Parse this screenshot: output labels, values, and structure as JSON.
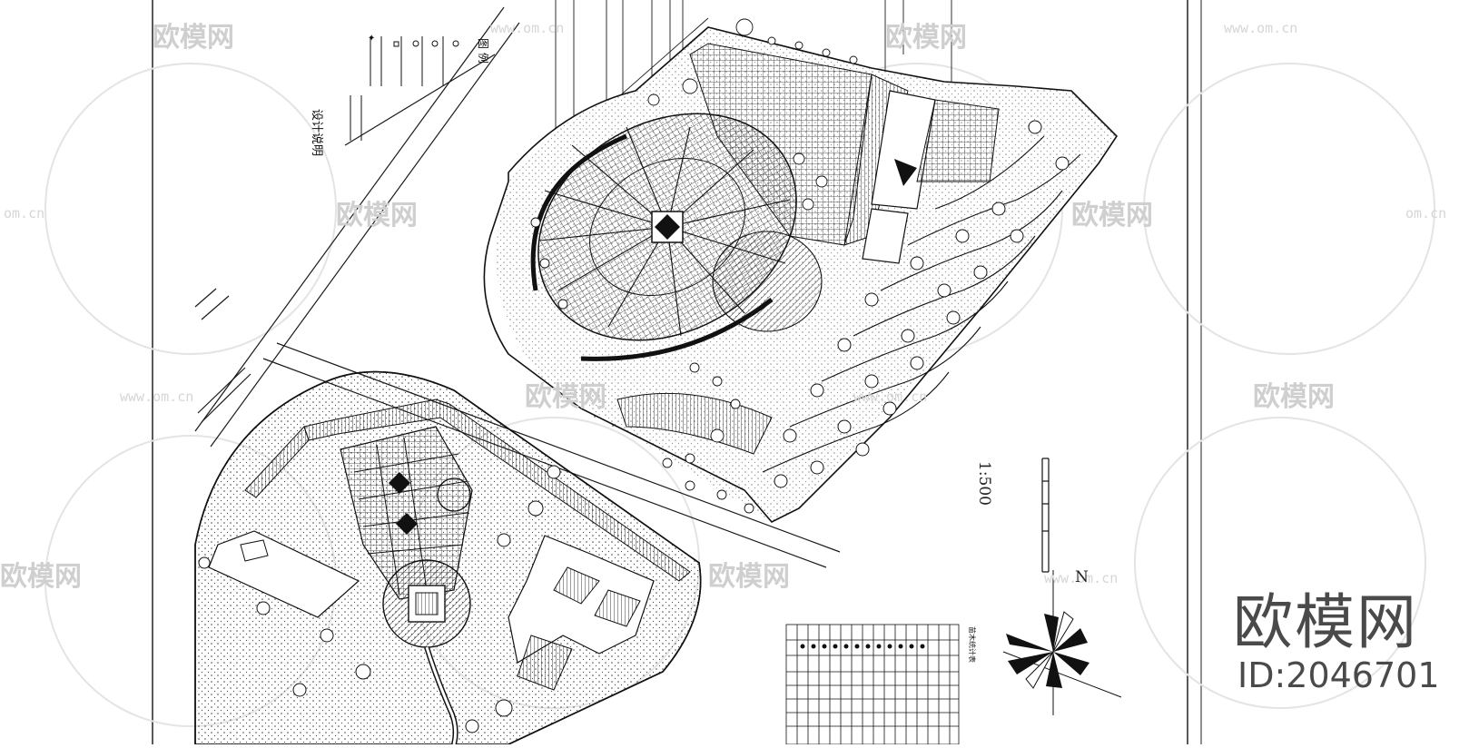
{
  "drawing": {
    "scale_label": "1:500",
    "north_label": "N",
    "legend_title": "图 例",
    "notes_title": "设计说明",
    "plant_table_title": "苗木统计表"
  },
  "watermark": {
    "brand_text": "欧模网",
    "url_text": "www.om.cn",
    "url_partial": "om.cn",
    "id_text": "ID:2046701"
  },
  "colors": {
    "line": "#1a1a1a",
    "watermark": "#cfcfcf",
    "brand": "#4a4a4a",
    "paper": "#ffffff"
  }
}
